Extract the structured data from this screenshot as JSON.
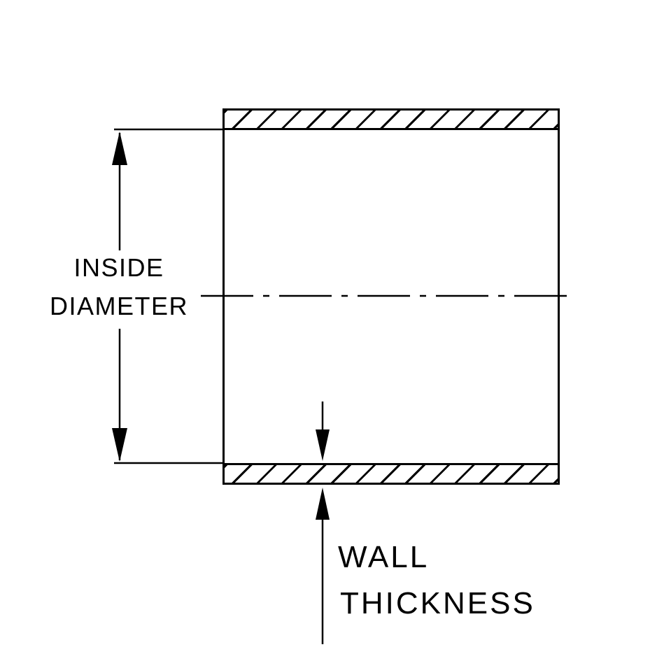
{
  "labels": {
    "inside_diameter_line1": "INSIDE",
    "inside_diameter_line2": "DIAMETER",
    "wall_thickness_line1": "WALL",
    "wall_thickness_line2": "THICKNESS"
  },
  "colors": {
    "line": "#000000",
    "background": "#ffffff"
  }
}
